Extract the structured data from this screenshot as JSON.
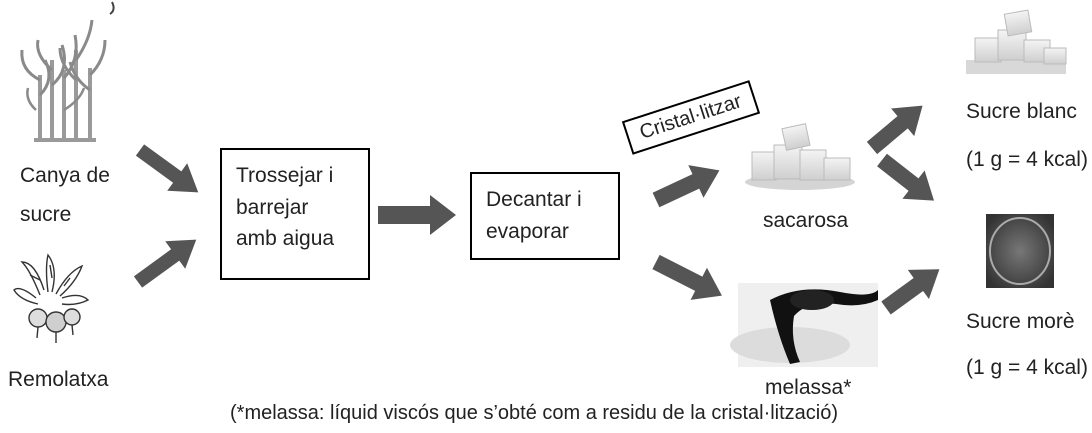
{
  "inputs": {
    "cane_line1": "Canya de",
    "cane_line2": "sucre",
    "beet": "Remolatxa"
  },
  "steps": {
    "step1_line1": "Trossejar i",
    "step1_line2": "barrejar",
    "step1_line3": "amb aigua",
    "step2_line1": "Decantar i",
    "step2_line2": "evaporar",
    "crystallize": "Cristal·litzar"
  },
  "intermediates": {
    "sucrose": "sacarosa",
    "molasses": "melassa*"
  },
  "products": {
    "white_sugar": "Sucre blanc",
    "white_sugar_kcal": "(1 g = 4 kcal)",
    "brown_sugar": "Sucre morè",
    "brown_sugar_kcal": "(1 g = 4 kcal)"
  },
  "footnote": "(*melassa: líquid viscós que s’obté com a residu de la cristal·lització)",
  "colors": {
    "arrow": "#555555",
    "plant": "#9a9a9a"
  }
}
